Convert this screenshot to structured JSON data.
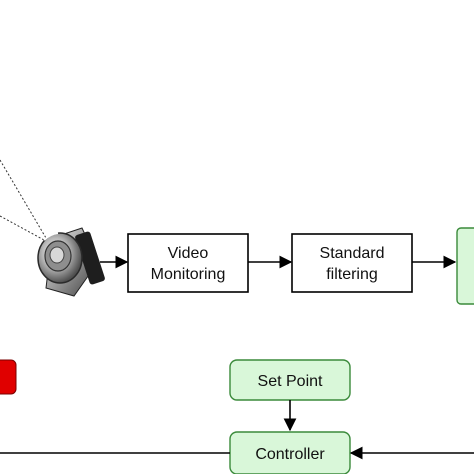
{
  "blocks": {
    "video_monitoring": {
      "line1": "Video",
      "line2": "Monitoring"
    },
    "standard_filtering": {
      "line1": "Standard",
      "line2": "filtering"
    },
    "set_point": {
      "label": "Set Point"
    },
    "controller": {
      "label": "Controller"
    }
  },
  "colors": {
    "green_fill": "#d9f7d9",
    "green_border": "#3a8a3a",
    "red_fill": "#e00000",
    "stroke": "#000000"
  },
  "icons": {
    "camera": "camera-icon"
  }
}
